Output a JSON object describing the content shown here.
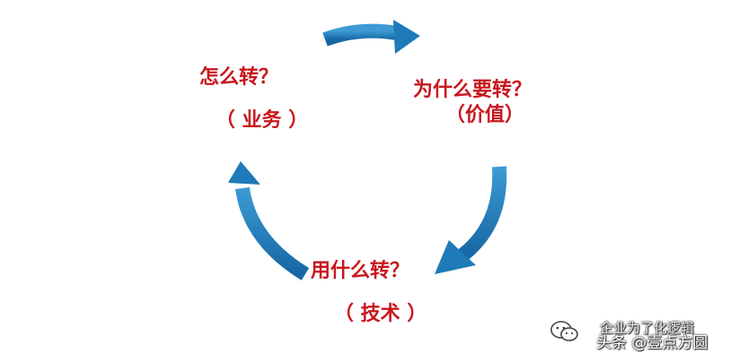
{
  "labels": {
    "how_question": "怎么转？",
    "how_answer": "（ 业务 ）",
    "why_question": "为什么要转？",
    "why_answer": "（价值）",
    "what_question": "用什么转？",
    "what_answer": "（ 技术 ）"
  },
  "watermark": {
    "sub_text": "企业为了化逻辑",
    "main_text": "头条 @壹点方圆"
  },
  "icons": [
    "cycle-arrow-icon",
    "wechat-icon"
  ],
  "colors": {
    "arrow": "#1e7ab8",
    "arrow_highlight": "#3d9ad4",
    "text": "#c8161d"
  }
}
